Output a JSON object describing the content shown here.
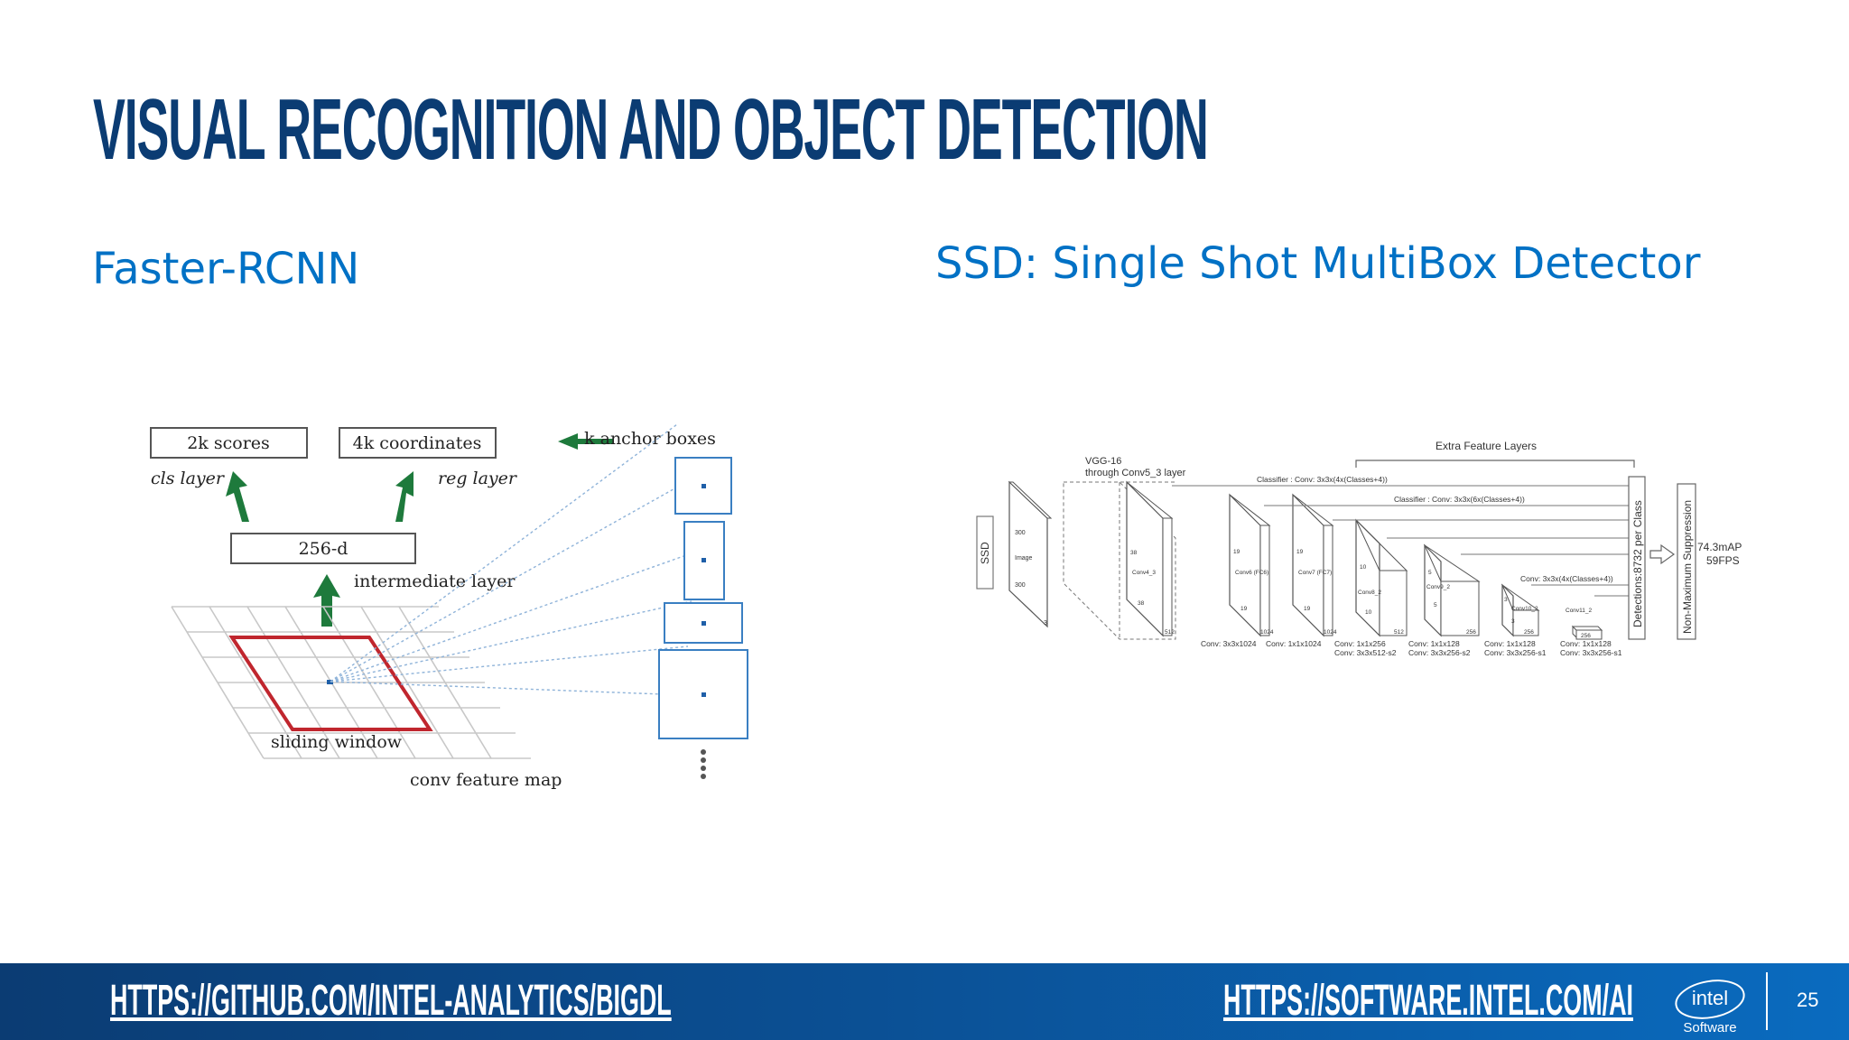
{
  "slide": {
    "title": "VISUAL RECOGNITION AND OBJECT DETECTION",
    "page_number": "25"
  },
  "left": {
    "subtitle": "Faster-RCNN",
    "figure": {
      "scores_label": "2k scores",
      "coordinates_label": "4k coordinates",
      "anchor_boxes_label": "k anchor boxes",
      "cls_layer_label": "cls layer",
      "reg_layer_label": "reg layer",
      "feature_label": "256-d",
      "intermediate_label": "intermediate layer",
      "sliding_window_label": "sliding window",
      "feature_map_label": "conv feature map"
    }
  },
  "right": {
    "subtitle": "SSD: Single Shot MultiBox Detector",
    "figure": {
      "extra_layers_label": "Extra Feature Layers",
      "vgg_label_1": "VGG-16",
      "vgg_label_2": "through Conv5_3 layer",
      "classifier_1": "Classifier : Conv: 3x3x(4x(Classes+4))",
      "classifier_2": "Classifier : Conv: 3x3x(6x(Classes+4))",
      "classifier_3": "Conv: 3x3x(4x(Classes+4))",
      "ssd_label": "SSD",
      "image_dim_1": "300",
      "image_label": "Image",
      "image_dim_2": "300",
      "image_depth": "3",
      "conv4_dim": "38",
      "conv4_label": "Conv4_3",
      "conv4_dim_b": "38",
      "conv4_depth": "512",
      "conv6_dim": "19",
      "conv6_label": "Conv6 (FC6)",
      "conv6_dim_b": "19",
      "conv6_depth": "1024",
      "conv7_dim": "19",
      "conv7_label": "Conv7 (FC7)",
      "conv7_dim_b": "19",
      "conv7_depth": "1024",
      "conv8_dim": "10",
      "conv8_label": "Conv8_2",
      "conv8_dim_b": "10",
      "conv8_depth": "512",
      "conv9_dim": "5",
      "conv9_label": "Conv9_2",
      "conv9_dim_b": "5",
      "conv9_depth": "256",
      "conv10_dim": "3",
      "conv10_label": "Conv10_2",
      "conv10_dim_b": "3",
      "conv10_depth": "256",
      "conv11_label": "Conv11_2",
      "conv11_depth": "256",
      "op_1": "Conv: 3x3x1024",
      "op_2": "Conv: 1x1x1024",
      "op_3a": "Conv: 1x1x256",
      "op_3b": "Conv: 3x3x512-s2",
      "op_4a": "Conv: 1x1x128",
      "op_4b": "Conv: 3x3x256-s2",
      "op_5a": "Conv: 1x1x128",
      "op_5b": "Conv: 3x3x256-s1",
      "op_6a": "Conv: 1x1x128",
      "op_6b": "Conv: 3x3x256-s1",
      "detections_label": "Detections:8732 per Class",
      "nms_label": "Non-Maximum Suppression",
      "map_label": "74.3mAP",
      "fps_label": "59FPS"
    }
  },
  "footer": {
    "link_left": "HTTPS://GITHUB.COM/INTEL-ANALYTICS/BIGDL",
    "link_right": "HTTPS://SOFTWARE.INTEL.COM/AI",
    "logo_text": "intel",
    "logo_subtext": "Software"
  },
  "colors": {
    "title": "#0b3c73",
    "subtitle": "#0071c5",
    "footer": "#0b4f93",
    "arrow_green": "#1e7a3c",
    "window_red": "#c0262e",
    "anchor_blue": "#3a7fc2"
  }
}
